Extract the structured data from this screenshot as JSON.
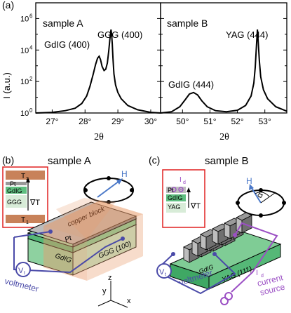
{
  "panel_a": {
    "label": "(a)",
    "ylabel": "I (a.u.)",
    "xlabel_left": "2θ",
    "xlabel_right": "2θ",
    "left": {
      "title": "sample A",
      "peak1": "GdIG (400)",
      "peak2": "GGG (400)",
      "xticks": [
        "27°",
        "28°",
        "29°",
        "30°"
      ]
    },
    "right": {
      "title": "sample B",
      "peak1": "GdIG (444)",
      "peak2": "YAG (444)",
      "xticks": [
        "50°",
        "51°",
        "52°",
        "53°"
      ]
    },
    "yticks": [
      {
        "base": "10",
        "exp": "0"
      },
      {
        "base": "10",
        "exp": "2"
      },
      {
        "base": "10",
        "exp": "4"
      },
      {
        "base": "10",
        "exp": "6"
      }
    ]
  },
  "chart_data": [
    {
      "type": "line",
      "title": "sample A",
      "xlabel": "2θ",
      "ylabel": "I (a.u.)",
      "xlim": [
        26.5,
        30.3
      ],
      "ylim": [
        1,
        10000000
      ],
      "y_scale": "log",
      "series": [
        {
          "x": [
            26.5,
            27.0,
            27.4,
            27.7,
            27.9,
            28.05,
            28.15,
            28.25,
            28.32,
            28.38,
            28.43,
            28.47,
            28.52,
            28.58,
            28.63,
            28.68,
            28.72,
            28.76,
            28.79,
            28.81,
            28.83,
            28.85,
            28.88,
            28.93,
            29.0,
            29.1,
            29.3,
            29.6,
            30.0,
            30.3
          ],
          "values": [
            1,
            1.1,
            1.4,
            2,
            4,
            12,
            50,
            300,
            1200,
            3000,
            4000,
            2500,
            900,
            500,
            600,
            1500,
            8000,
            60000,
            200000,
            100000,
            25000,
            3000,
            300,
            60,
            20,
            8,
            3,
            1.6,
            1.1,
            1
          ]
        }
      ]
    },
    {
      "type": "line",
      "title": "sample B",
      "xlabel": "2θ",
      "ylabel": "I (a.u.)",
      "xlim": [
        49.2,
        53.8
      ],
      "ylim": [
        1,
        10000000
      ],
      "y_scale": "log",
      "series": [
        {
          "x": [
            49.2,
            49.6,
            49.9,
            50.1,
            50.25,
            50.4,
            50.55,
            50.7,
            50.9,
            51.2,
            51.6,
            52.0,
            52.3,
            52.5,
            52.6,
            52.65,
            52.7,
            52.73,
            52.76,
            52.8,
            52.85,
            52.95,
            53.1,
            53.4,
            53.8
          ],
          "values": [
            1,
            1.2,
            2.5,
            7,
            16,
            20,
            14,
            6,
            2.5,
            1.4,
            1.2,
            1.5,
            3,
            12,
            80,
            800,
            30000,
            200000,
            30000,
            2000,
            200,
            30,
            8,
            2.5,
            1.3
          ]
        }
      ]
    }
  ],
  "panel_b": {
    "label": "(b)",
    "title": "sample A",
    "inset": {
      "t2": "T",
      "t2_sub": "2",
      "pt": "Pt",
      "gdig": "GdIG",
      "ggg": "GGG",
      "grad": "∇T",
      "t1": "T",
      "t1_sub": "1"
    },
    "h": "H",
    "copper_block": "copper block",
    "pt": "Pt",
    "gdig": "GdIG",
    "substrate": "GGG (100)",
    "voltmeter": "voltmeter",
    "v": "V",
    "v_sub": "t",
    "axes": {
      "x": "x",
      "y": "y",
      "z": "z"
    }
  },
  "panel_c": {
    "label": "(c)",
    "title": "sample B",
    "inset": {
      "id": "I",
      "id_sub": "d",
      "pt": "Pt",
      "gdig": "GdIG",
      "yag": "YAG",
      "grad": "∇T"
    },
    "h": "H",
    "alpha": "α",
    "gdig": "GdIG",
    "substrate": "YAG (111)",
    "voltmeter": "voltmeter",
    "v": "V",
    "v_sub": "t",
    "id": "I",
    "id_sub": "d",
    "source": "current\nsource",
    "source_line1": "current",
    "source_line2": "source"
  },
  "colors": {
    "blue": "#4a4aa8",
    "violet": "#9b4fc4",
    "copper": "#c8825a",
    "green": "#55b877",
    "red": "#e02020",
    "gray": "#777777"
  }
}
